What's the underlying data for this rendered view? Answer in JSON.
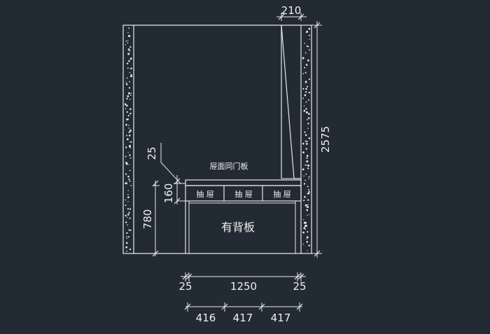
{
  "labels": {
    "drawer_door_panel": "屉面同门板",
    "drawer_1": "抽 屉",
    "drawer_2": "抽 屉",
    "drawer_3": "抽 屉",
    "back_panel": "有背板"
  },
  "dimensions": {
    "top_width": "210",
    "total_height": "2575",
    "lower_height": "780",
    "drawer_height": "160",
    "panel_thickness": "25",
    "bottom_left": "25",
    "bottom_mid": "1250",
    "bottom_right": "25",
    "split_1": "416",
    "split_2": "417",
    "split_3": "417"
  },
  "colors": {
    "background": "#222a33",
    "line": "#e8e8e8"
  }
}
